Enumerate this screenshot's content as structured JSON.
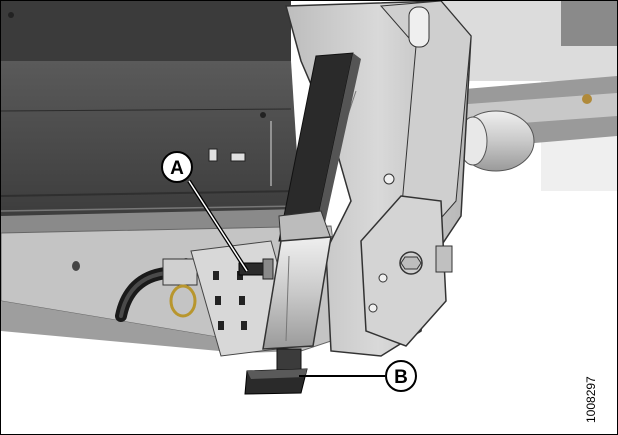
{
  "callouts": [
    {
      "id": "A",
      "label": "A"
    },
    {
      "id": "B",
      "label": "B"
    }
  ],
  "figure_number": "1008297"
}
